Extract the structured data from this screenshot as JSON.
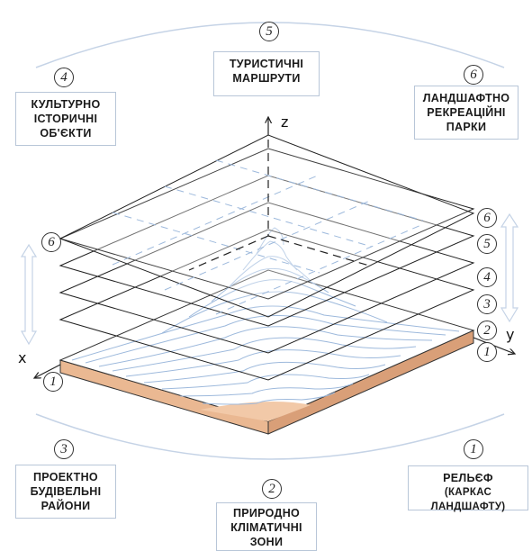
{
  "axes": {
    "z": "z",
    "y": "y",
    "x": "x"
  },
  "layer_numbers_right": [
    "6",
    "5",
    "4",
    "3",
    "2",
    "1"
  ],
  "layer_number_left_top": "6",
  "origin_number": "1",
  "categories": [
    {
      "number": "5",
      "lines": [
        "ТУРИСТИЧНІ",
        "МАРШРУТИ"
      ]
    },
    {
      "number": "4",
      "lines": [
        "КУЛЬТУРНО",
        "ІСТОРИЧНІ",
        "ОБ'ЄКТИ"
      ]
    },
    {
      "number": "6",
      "lines": [
        "ЛАНДШАФТНО",
        "РЕКРЕАЦІЙНІ",
        "ПАРКИ"
      ]
    },
    {
      "number": "3",
      "lines": [
        "ПРОЕКТНО",
        "БУДІВЕЛЬНІ",
        "РАЙОНИ"
      ]
    },
    {
      "number": "2",
      "lines": [
        "ПРИРОДНО",
        "КЛІМАТИЧНІ",
        "ЗОНИ"
      ]
    },
    {
      "number": "1",
      "lines": [
        "РЕЛЬЄФ",
        "(КАРКАС ЛАНДШАФТУ)"
      ]
    }
  ],
  "colors": {
    "base_fill": "#f2c9a8",
    "contour": "#9db9dc",
    "arc": "#c5d3e6",
    "arrow": "#dfe8f3"
  }
}
